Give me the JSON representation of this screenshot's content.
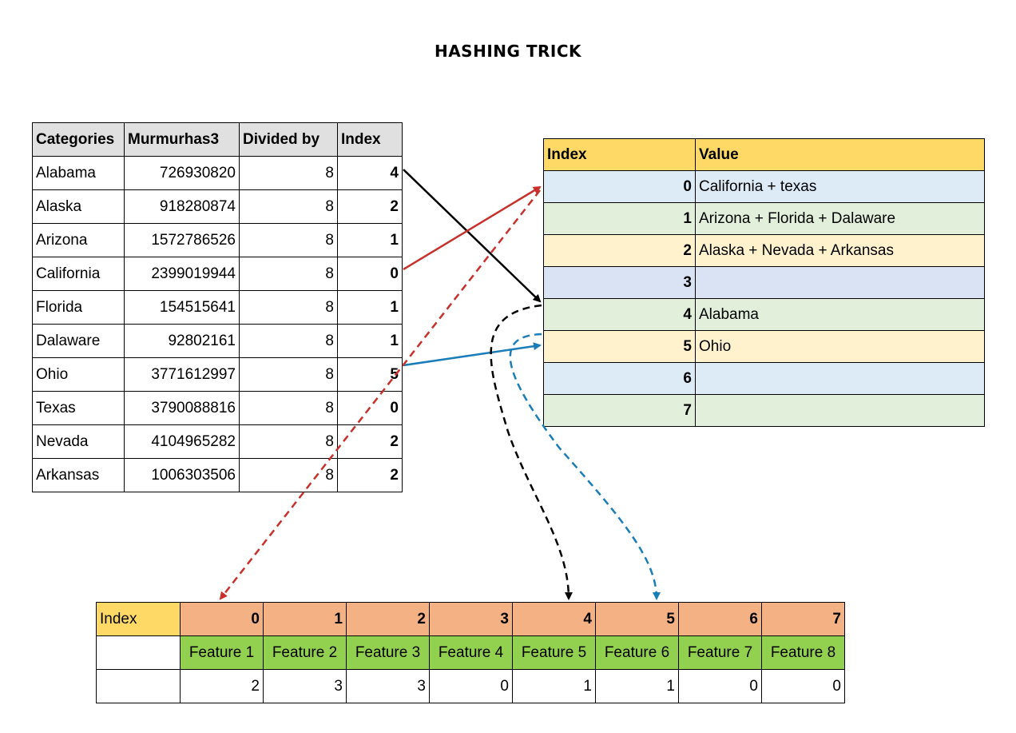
{
  "title": "HASHING TRICK",
  "hash_table": {
    "headers": [
      "Categories",
      "Murmurhas3",
      "Divided by",
      "Index"
    ],
    "rows": [
      {
        "category": "Alabama",
        "hash": "726930820",
        "divisor": "8",
        "index": "4"
      },
      {
        "category": "Alaska",
        "hash": "918280874",
        "divisor": "8",
        "index": "2"
      },
      {
        "category": "Arizona",
        "hash": "1572786526",
        "divisor": "8",
        "index": "1"
      },
      {
        "category": "California",
        "hash": "2399019944",
        "divisor": "8",
        "index": "0"
      },
      {
        "category": "Florida",
        "hash": "154515641",
        "divisor": "8",
        "index": "1"
      },
      {
        "category": "Dalaware",
        "hash": "92802161",
        "divisor": "8",
        "index": "1"
      },
      {
        "category": "Ohio",
        "hash": "3771612997",
        "divisor": "8",
        "index": "5"
      },
      {
        "category": "Texas",
        "hash": "3790088816",
        "divisor": "8",
        "index": "0"
      },
      {
        "category": "Nevada",
        "hash": "4104965282",
        "divisor": "8",
        "index": "2"
      },
      {
        "category": "Arkansas",
        "hash": "1006303506",
        "divisor": "8",
        "index": "2"
      }
    ]
  },
  "bucket_table": {
    "headers": [
      "Index",
      "Value"
    ],
    "rows": [
      {
        "index": "0",
        "value": "California + texas",
        "color": "#ddebf7"
      },
      {
        "index": "1",
        "value": "Arizona + Florida +   Dalaware",
        "color": "#e2efda"
      },
      {
        "index": "2",
        "value": "Alaska + Nevada +   Arkansas",
        "color": "#fff2cc"
      },
      {
        "index": "3",
        "value": "",
        "color": "#dae3f3"
      },
      {
        "index": "4",
        "value": "Alabama",
        "color": "#e2efda"
      },
      {
        "index": "5",
        "value": "Ohio",
        "color": "#fff2cc"
      },
      {
        "index": "6",
        "value": "",
        "color": "#ddebf7"
      },
      {
        "index": "7",
        "value": "",
        "color": "#e2efda"
      }
    ]
  },
  "feature_table": {
    "index_label": "Index",
    "indices": [
      "0",
      "1",
      "2",
      "3",
      "4",
      "5",
      "6",
      "7"
    ],
    "features": [
      "Feature 1",
      "Feature 2",
      "Feature 3",
      "Feature 4",
      "Feature 5",
      "Feature 6",
      "Feature 7",
      "Feature 8"
    ],
    "counts": [
      "2",
      "3",
      "3",
      "0",
      "1",
      "1",
      "0",
      "0"
    ]
  },
  "colors": {
    "black_arrow": "#000000",
    "red_arrow": "#c9302c",
    "blue_arrow": "#1a7db8"
  }
}
